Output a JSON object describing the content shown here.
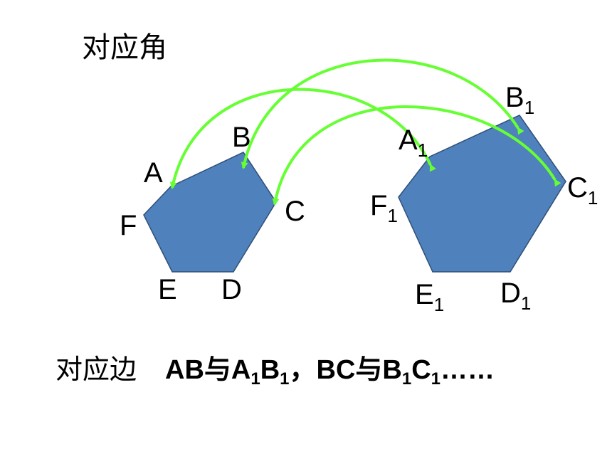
{
  "title": "对应角",
  "colors": {
    "polygon_fill": "#4f81bd",
    "polygon_stroke": "#2e4f78",
    "arrow": "#66ff33"
  },
  "small_pentagon": {
    "labels": {
      "A": "A",
      "B": "B",
      "C": "C",
      "D": "D",
      "E": "E",
      "F": "F"
    }
  },
  "large_pentagon": {
    "labels": {
      "A": {
        "letter": "A",
        "sub": "1"
      },
      "B": {
        "letter": "B",
        "sub": "1"
      },
      "C": {
        "letter": "C",
        "sub": "1"
      },
      "D": {
        "letter": "D",
        "sub": "1"
      },
      "E": {
        "letter": "E",
        "sub": "1"
      },
      "F": {
        "letter": "F",
        "sub": "1"
      }
    }
  },
  "arrows": [
    "A-A1",
    "B-B1",
    "C-C1"
  ],
  "bottom": {
    "prefix": "对应边",
    "p1": "AB与A",
    "s1": "1",
    "p2": "B",
    "s2": "1",
    "p3": "，BC与B",
    "s3": "1",
    "p4": "C",
    "s4": "1",
    "p5": "……"
  }
}
